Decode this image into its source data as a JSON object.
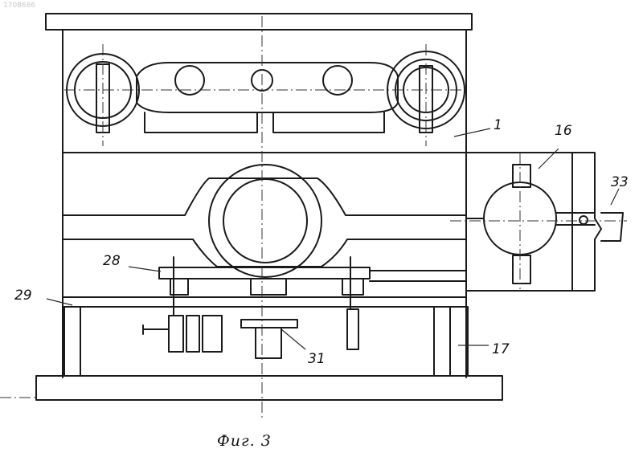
{
  "document_stamp": "1708686",
  "figure_caption": "Фиг. 3",
  "labels": {
    "l1": "1",
    "l16": "16",
    "l33": "33",
    "l28": "28",
    "l29": "29",
    "l31": "31",
    "l17": "17"
  }
}
